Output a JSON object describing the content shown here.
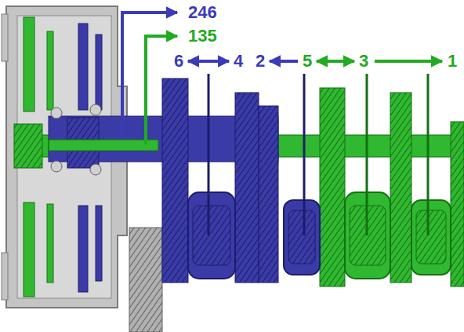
{
  "diagram": {
    "labels": [
      "246",
      "135",
      "6",
      "4",
      "2",
      "5",
      "3",
      "1"
    ]
  }
}
